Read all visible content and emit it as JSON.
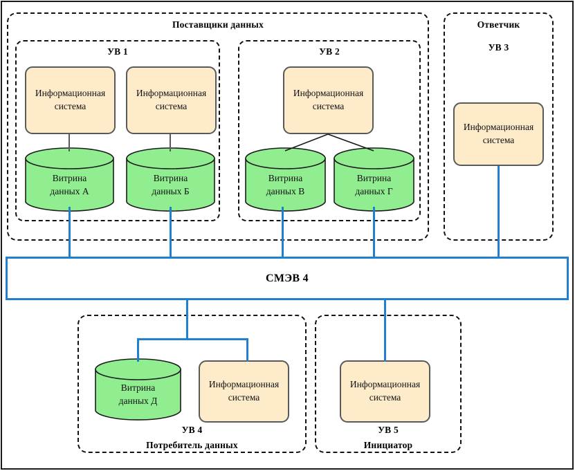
{
  "diagram": {
    "title_suppliers": "Поставщики данных",
    "title_respondent": "Ответчик",
    "hub": {
      "label": "СМЭВ 4",
      "color": "#1f7fd0"
    }
  },
  "colors": {
    "information_system_fill": "#fdebca",
    "information_system_stroke": "#58595b",
    "data_mart_fill": "#90ee90",
    "data_mart_stroke": "#1a1a1a",
    "connector_blue": "#1f7fd0",
    "connector_gray": "#58595b",
    "frame": "#1a1a1a"
  },
  "labels": {
    "information_system": "Информационная система",
    "uv1": "УВ 1",
    "uv2": "УВ 2",
    "uv3": "УВ 3",
    "uv4": "УВ 4",
    "uv5": "УВ 5",
    "uv4_role": "Потребитель данных",
    "uv5_role": "Инициатор",
    "mart_a": "Витрина данных А",
    "mart_b": "Витрина данных Б",
    "mart_v": "Витрина данных В",
    "mart_g": "Витрина данных Г",
    "mart_d": "Витрина данных Д"
  },
  "groups": [
    {
      "id": "suppliers",
      "title": "Поставщики данных"
    },
    {
      "id": "uv1",
      "title": "УВ 1"
    },
    {
      "id": "uv2",
      "title": "УВ 2"
    },
    {
      "id": "respondent",
      "title": "Ответчик"
    },
    {
      "id": "uv3",
      "title": "УВ 3"
    },
    {
      "id": "uv4",
      "title": "УВ 4"
    },
    {
      "id": "uv4_role",
      "title": "Потребитель данных"
    },
    {
      "id": "uv5",
      "title": "УВ 5"
    },
    {
      "id": "uv5_role",
      "title": "Инициатор"
    }
  ],
  "nodes": {
    "is_uv1_a": {
      "line1": "Информационная",
      "line2": "система"
    },
    "is_uv1_b": {
      "line1": "Информационная",
      "line2": "система"
    },
    "is_uv2": {
      "line1": "Информационная",
      "line2": "система"
    },
    "is_uv3": {
      "line1": "Информационная",
      "line2": "система"
    },
    "is_uv4": {
      "line1": "Информационная",
      "line2": "система"
    },
    "is_uv5": {
      "line1": "Информационная",
      "line2": "система"
    },
    "mart_a": {
      "line1": "Витрина",
      "line2": "данных А"
    },
    "mart_b": {
      "line1": "Витрина",
      "line2": "данных Б"
    },
    "mart_v": {
      "line1": "Витрина",
      "line2": "данных В"
    },
    "mart_g": {
      "line1": "Витрина",
      "line2": "данных Г"
    },
    "mart_d": {
      "line1": "Витрина",
      "line2": "данных Д"
    }
  }
}
